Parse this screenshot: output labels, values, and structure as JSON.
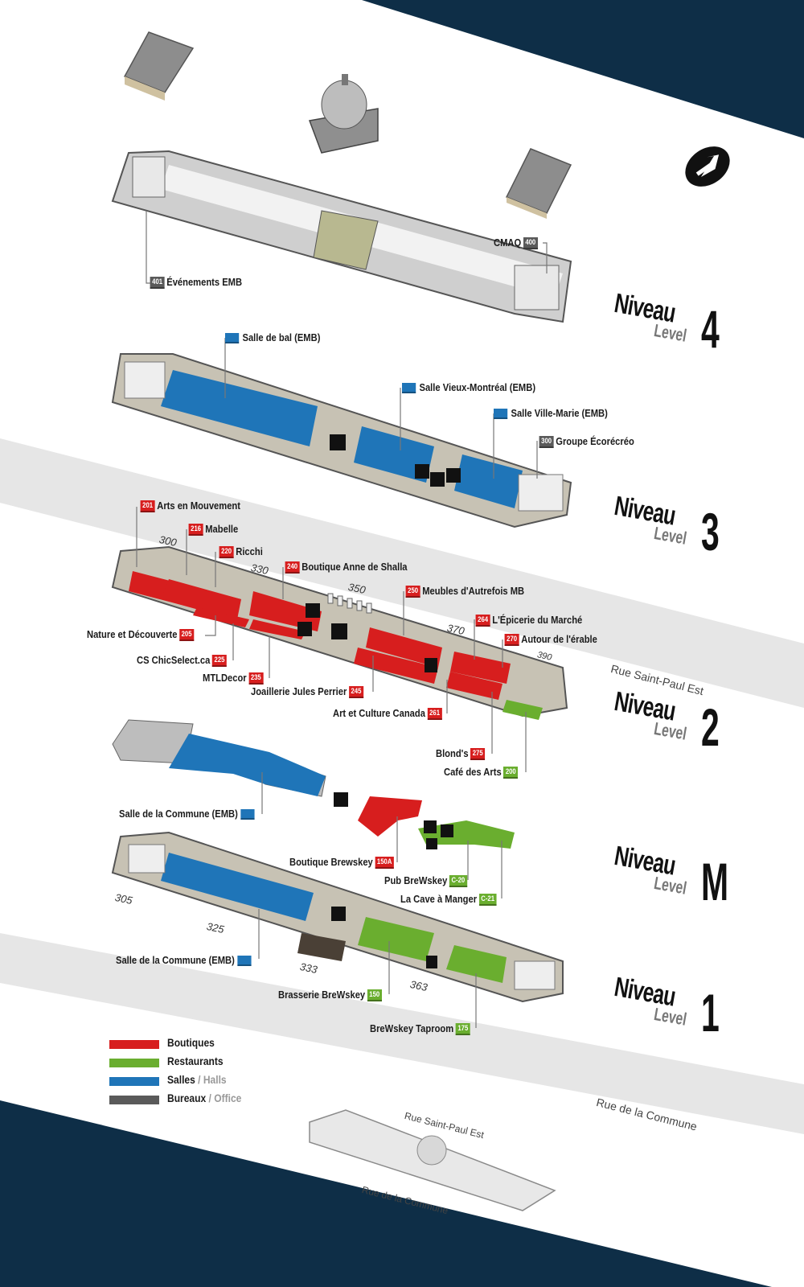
{
  "legend": {
    "boutiques": "Boutiques",
    "restaurants": "Restaurants",
    "salles": "Salles",
    "halls": "/ Halls",
    "bureaux": "Bureaux",
    "office": "/ Office"
  },
  "colors": {
    "boutique": "#d71e1e",
    "restaurant": "#6aae2f",
    "salle": "#1f75b8",
    "bureau": "#5a5a5a",
    "banner": "#0e2e47"
  },
  "levels": {
    "l4": {
      "niveau": "Niveau",
      "level": "Level",
      "num": "4"
    },
    "l3": {
      "niveau": "Niveau",
      "level": "Level",
      "num": "3"
    },
    "l2": {
      "niveau": "Niveau",
      "level": "Level",
      "num": "2"
    },
    "lm": {
      "niveau": "Niveau",
      "level": "Level",
      "num": "M"
    },
    "l1": {
      "niveau": "Niveau",
      "level": "Level",
      "num": "1"
    }
  },
  "streets": {
    "saint_paul": "Rue Saint-Paul Est",
    "commune": "Rue de la Commune",
    "mini_saint_paul": "Rue Saint-Paul Est",
    "mini_commune": "Rue de la Commune"
  },
  "room_numbers": [
    "300",
    "330",
    "350",
    "370",
    "390",
    "305",
    "325",
    "333",
    "363"
  ],
  "level4": {
    "evenements": {
      "code": "401",
      "name": "Événements EMB"
    },
    "cmaq": {
      "code": "400",
      "name": "CMAQ"
    }
  },
  "level3": {
    "salle_de_bal": "Salle de bal (EMB)",
    "salle_vieux_montreal": "Salle Vieux-Montréal (EMB)",
    "salle_ville_marie": "Salle Ville-Marie (EMB)",
    "groupe_ecorecreo": {
      "code": "300",
      "name": "Groupe Écorécréo"
    }
  },
  "level2": {
    "arts_mouvement": {
      "code": "201",
      "name": "Arts en Mouvement"
    },
    "mabelle": {
      "code": "216",
      "name": "Mabelle"
    },
    "ricchi": {
      "code": "220",
      "name": "Ricchi"
    },
    "anne_de_shalla": {
      "code": "240",
      "name": "Boutique Anne de Shalla"
    },
    "meubles": {
      "code": "250",
      "name": "Meubles d'Autrefois MB"
    },
    "epicerie": {
      "code": "264",
      "name": "L'Épicerie du Marché"
    },
    "erable": {
      "code": "270",
      "name": "Autour de l'érable"
    },
    "nature": {
      "code": "205",
      "name": "Nature et Découverte"
    },
    "chicselect": {
      "code": "225",
      "name": "CS ChicSelect.ca"
    },
    "mtldecor": {
      "code": "235",
      "name": "MTLDecor"
    },
    "joaillerie": {
      "code": "245",
      "name": "Joaillerie Jules Perrier"
    },
    "art_culture": {
      "code": "261",
      "name": "Art et Culture Canada"
    },
    "blonds": {
      "code": "275",
      "name": "Blond's"
    },
    "cafe_arts": {
      "code": "200",
      "name": "Café des Arts"
    }
  },
  "levelM": {
    "salle_commune": "Salle de la Commune (EMB)",
    "boutique_brewskey": {
      "code": "150A",
      "name": "Boutique Brewskey"
    },
    "pub_brewskey": {
      "code": "C-20",
      "name": "Pub BreWskey"
    },
    "cave_manger": {
      "code": "C-21",
      "name": "La Cave à Manger"
    }
  },
  "level1": {
    "salle_commune": "Salle de la Commune (EMB)",
    "brasserie": {
      "code": "150",
      "name": "Brasserie BreWskey"
    },
    "taproom": {
      "code": "175",
      "name": "BreWskey Taproom"
    }
  }
}
